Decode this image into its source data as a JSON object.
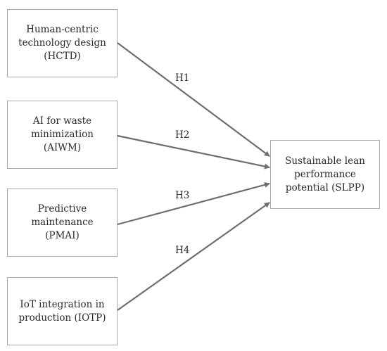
{
  "nodes": {
    "hctd": {
      "label": "Human-centric\ntechnology design\n(HCTD)"
    },
    "aiwm": {
      "label": "AI for waste\nminimization\n(AIWM)"
    },
    "pmai": {
      "label": "Predictive\nmaintenance\n(PMAI)"
    },
    "iotp": {
      "label": "IoT integration in\nproduction (IOTP)"
    },
    "slpp": {
      "label": "Sustainable lean\nperformance\npotential (SLPP)"
    }
  },
  "edges": {
    "h1": {
      "label": "H1"
    },
    "h2": {
      "label": "H2"
    },
    "h3": {
      "label": "H3"
    },
    "h4": {
      "label": "H4"
    }
  },
  "colors": {
    "arrow": "#6b6e78",
    "box_border": "#a9a9a9"
  }
}
